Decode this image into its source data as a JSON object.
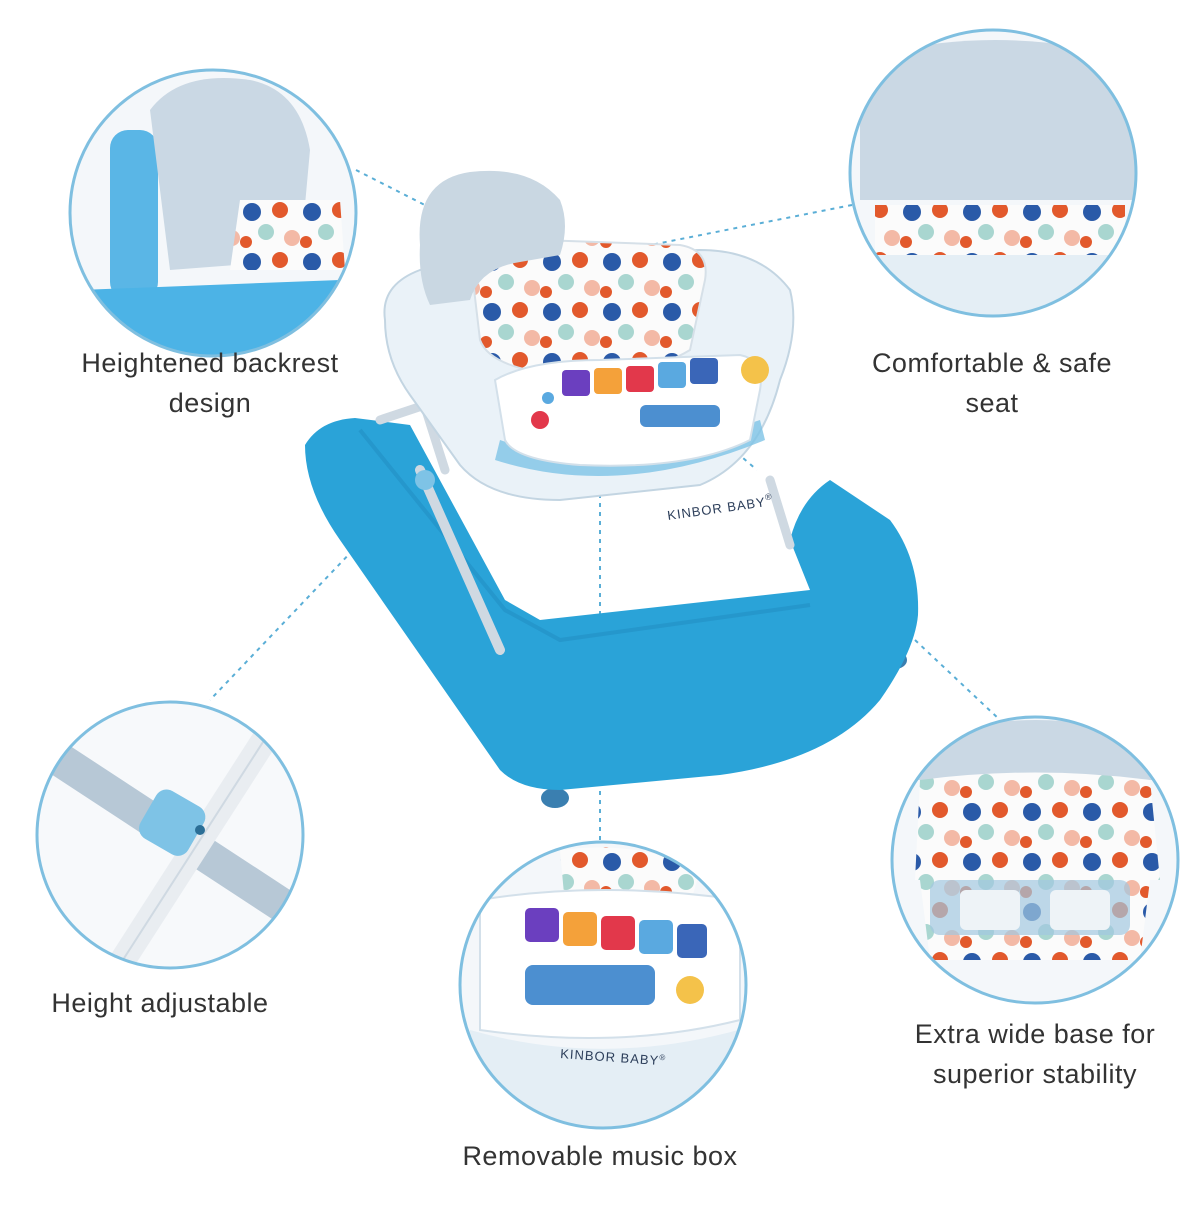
{
  "product": {
    "brand_label": "KINBOR BABY",
    "brand_mark": "®"
  },
  "features": {
    "backrest": {
      "line1": "Heightened backrest",
      "line2": "design",
      "icon": "backrest-detail"
    },
    "seat": {
      "line1": "Comfortable & safe",
      "line2": "seat",
      "icon": "seat-detail"
    },
    "height": {
      "line1": "Height adjustable",
      "icon": "hinge-detail"
    },
    "base": {
      "line1": "Extra wide base for",
      "line2": "superior stability",
      "icon": "base-detail"
    },
    "music": {
      "line1": "Removable music box",
      "icon": "music-box-detail"
    }
  },
  "colors": {
    "base_blue": "#2aa3d8",
    "pale_blue": "#dbe9f3",
    "seat_gray": "#c9d7e2",
    "callout_line": "#5aaed6",
    "circle_border": "#7fbfe0"
  }
}
